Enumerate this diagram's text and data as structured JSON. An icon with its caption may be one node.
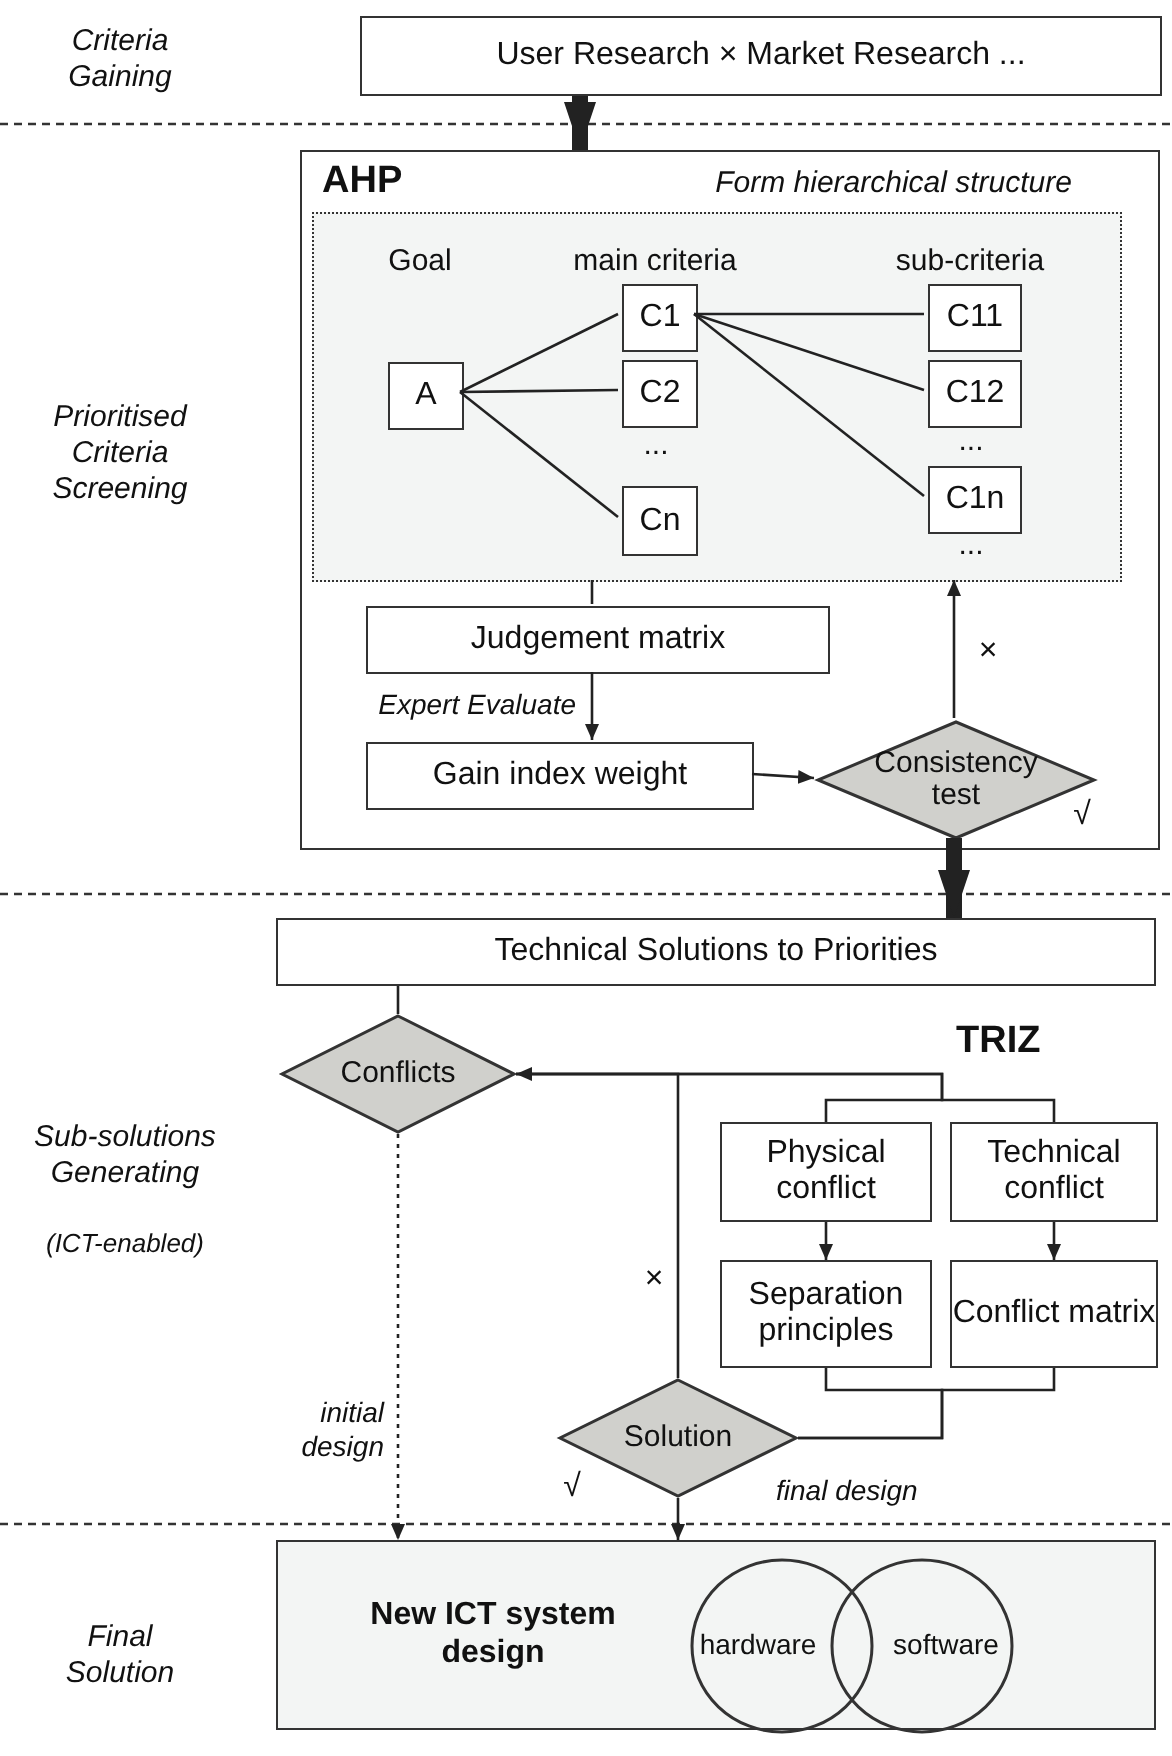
{
  "diagram": {
    "nodes": [
      {
        "text": [
          "User Research × Market Research ..."
        ]
      },
      {
        "text": [
          "AHP"
        ]
      },
      {
        "text": [
          "Form hierarchical structure"
        ],
        "in": 1
      },
      {
        "text": [
          "A"
        ],
        "in": 2
      },
      {
        "text": [
          "C1"
        ],
        "in": 2
      },
      {
        "text": [
          "C2"
        ],
        "in": 2
      },
      {
        "text": [
          "Cn"
        ],
        "in": 2
      },
      {
        "text": [
          "C11"
        ],
        "in": 2
      },
      {
        "text": [
          "C12"
        ],
        "in": 2
      },
      {
        "text": [
          "C1n"
        ],
        "in": 2
      },
      {
        "text": [
          "Judgement matrix"
        ],
        "in": 1
      },
      {
        "text": [
          "Gain index weight"
        ],
        "in": 1
      },
      {
        "text": [
          "Consistency test"
        ],
        "in": 1
      },
      {
        "text": [
          "Technical Solutions to Priorities"
        ]
      },
      {
        "text": [
          "Conflicts"
        ]
      },
      {
        "text": [
          "Physical conflict"
        ]
      },
      {
        "text": [
          "Technical conflict"
        ]
      },
      {
        "text": [
          "Separation principles"
        ]
      },
      {
        "text": [
          "Conflict matrix"
        ]
      },
      {
        "text": [
          "Solution"
        ]
      },
      {
        "text": [
          "New ICT system design"
        ]
      },
      {
        "text": [
          "hardware"
        ],
        "in": 20
      },
      {
        "text": [
          "software"
        ],
        "in": 20
      }
    ],
    "edges": [
      {
        "from": 0,
        "to": 1,
        "arrow": "to",
        "style": "thick"
      },
      {
        "from": 3,
        "to": 4,
        "arrow": "none"
      },
      {
        "from": 3,
        "to": 5,
        "arrow": "none"
      },
      {
        "from": 3,
        "to": 6,
        "arrow": "none"
      },
      {
        "from": 4,
        "to": 7,
        "arrow": "none"
      },
      {
        "from": 4,
        "to": 8,
        "arrow": "none"
      },
      {
        "from": 4,
        "to": 9,
        "arrow": "none"
      },
      {
        "from": 2,
        "to": 10,
        "arrow": "none"
      },
      {
        "from": 10,
        "to": 11,
        "arrow": "to",
        "label": "Expert Evaluate"
      },
      {
        "from": 11,
        "to": 12,
        "arrow": "to"
      },
      {
        "from": 12,
        "to": 2,
        "arrow": "to",
        "label": "×"
      },
      {
        "from": 12,
        "to": 13,
        "arrow": "to",
        "style": "thick",
        "label": "√"
      },
      {
        "from": 13,
        "to": 14,
        "arrow": "none"
      },
      {
        "from": 14,
        "to": 15,
        "arrow": "none"
      },
      {
        "from": 14,
        "to": 16,
        "arrow": "none"
      },
      {
        "from": 15,
        "to": 17,
        "arrow": "to"
      },
      {
        "from": 16,
        "to": 18,
        "arrow": "to"
      },
      {
        "from": 17,
        "to": 19,
        "arrow": "none"
      },
      {
        "from": 18,
        "to": 19,
        "arrow": "none"
      },
      {
        "from": 19,
        "to": 14,
        "arrow": "to",
        "label": "×"
      },
      {
        "from": 14,
        "to": 20,
        "arrow": "to",
        "style": "dashed",
        "label": "initial design"
      },
      {
        "from": 19,
        "to": 20,
        "arrow": "to",
        "label": "final design"
      }
    ],
    "labels": [
      "Criteria Gaining",
      "Goal",
      "main criteria",
      "sub-criteria",
      "...",
      "...",
      "...",
      "Prioritised Criteria Screening",
      "TRIZ",
      "Sub-solutions Generating",
      "(ICT-enabled)",
      "√",
      "Final Solution"
    ]
  }
}
